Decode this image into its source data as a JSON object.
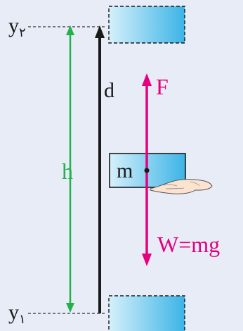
{
  "labels": {
    "y2_base": "y",
    "y2_sub": "٢",
    "y1_base": "y",
    "y1_sub": "١",
    "height": "h",
    "displacement": "d",
    "mass": "m",
    "force": "F",
    "weight": "W=mg"
  },
  "colors": {
    "background": "#e8ecf6",
    "height_arrow": "#22b24c",
    "force_arrow": "#e6007e",
    "displacement_arrow": "#1a1a1a",
    "dashed_line": "#333333",
    "block_fill_light": "#d6f0fb",
    "block_fill_dark": "#3cb4e6",
    "block_border": "#1a1a1a",
    "hand_fill": "#fbe3cf",
    "hand_outline": "#555555"
  },
  "icons": {
    "hand": "hand-icon",
    "block": "block-icon"
  }
}
